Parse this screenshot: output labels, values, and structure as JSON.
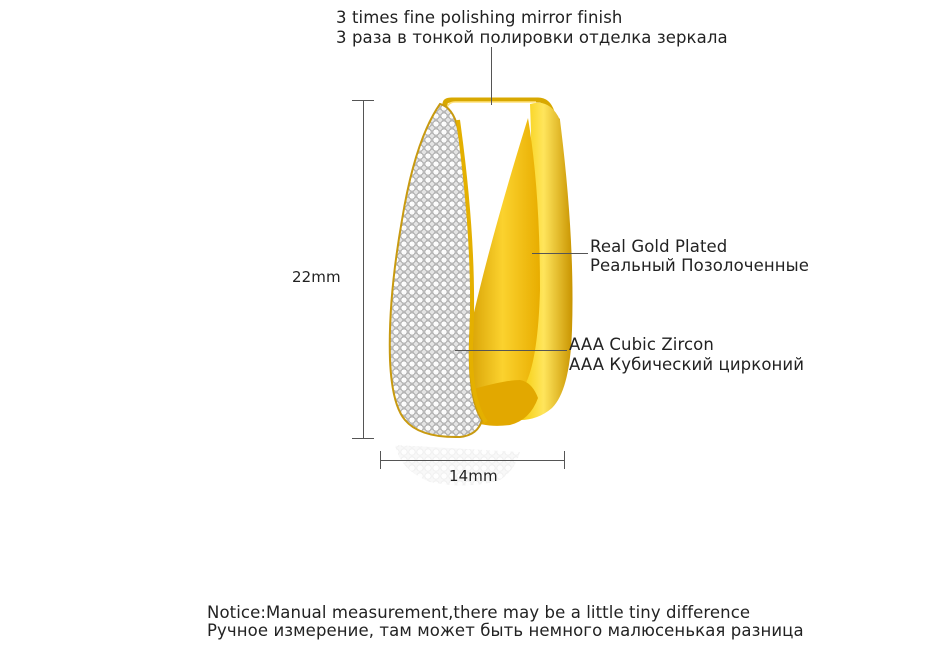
{
  "annotations": {
    "finish": {
      "en": "3 times fine polishing mirror finish",
      "ru": "3 раза в тонкой полировки отделка зеркала"
    },
    "plating": {
      "en": "Real Gold Plated",
      "ru": "Реальный Позолоченные"
    },
    "stones": {
      "en": "AAA Cubic Zircon",
      "ru": "AAA Кубический цирконий"
    }
  },
  "dimensions": {
    "height": "22mm",
    "width": "14mm"
  },
  "notice": {
    "en": "Notice:Manual measurement,there may be a little tiny difference",
    "ru": "Ручное измерение, там может быть немного малюсенькая разница"
  },
  "colors": {
    "gold": "#f2c200",
    "gold_dark": "#b88400",
    "pave": "#dcdcdc"
  }
}
